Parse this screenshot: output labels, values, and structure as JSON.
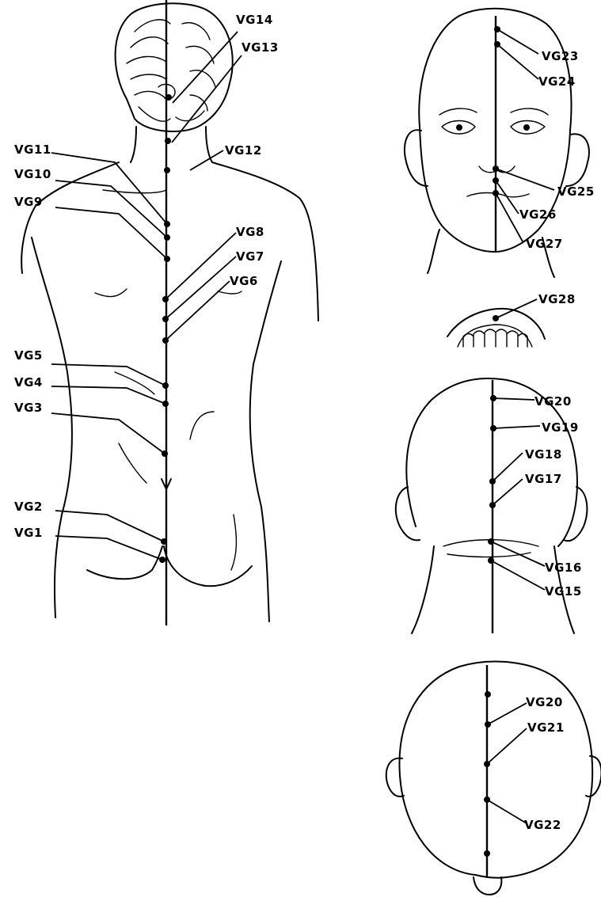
{
  "figures": {
    "back_body": {
      "points": [
        {
          "id": "vg14",
          "label": "VG14"
        },
        {
          "id": "vg13",
          "label": "VG13"
        },
        {
          "id": "vg12",
          "label": "VG12"
        },
        {
          "id": "vg11",
          "label": "VG11"
        },
        {
          "id": "vg10",
          "label": "VG10"
        },
        {
          "id": "vg9",
          "label": "VG9"
        },
        {
          "id": "vg8",
          "label": "VG8"
        },
        {
          "id": "vg7",
          "label": "VG7"
        },
        {
          "id": "vg6",
          "label": "VG6"
        },
        {
          "id": "vg5",
          "label": "VG5"
        },
        {
          "id": "vg4",
          "label": "VG4"
        },
        {
          "id": "vg3",
          "label": "VG3"
        },
        {
          "id": "vg2",
          "label": "VG2"
        },
        {
          "id": "vg1",
          "label": "VG1"
        }
      ]
    },
    "face_front": {
      "points": [
        {
          "id": "vg23",
          "label": "VG23"
        },
        {
          "id": "vg24",
          "label": "VG24"
        },
        {
          "id": "vg25",
          "label": "VG25"
        },
        {
          "id": "vg26",
          "label": "VG26"
        },
        {
          "id": "vg27",
          "label": "VG27"
        }
      ]
    },
    "mouth": {
      "points": [
        {
          "id": "vg28",
          "label": "VG28"
        }
      ]
    },
    "head_back": {
      "points": [
        {
          "id": "vg20",
          "label": "VG20"
        },
        {
          "id": "vg19",
          "label": "VG19"
        },
        {
          "id": "vg18",
          "label": "VG18"
        },
        {
          "id": "vg17",
          "label": "VG17"
        },
        {
          "id": "vg16",
          "label": "VG16"
        },
        {
          "id": "vg15",
          "label": "VG15"
        }
      ]
    },
    "head_top": {
      "points": [
        {
          "id": "vg20",
          "label": "VG20"
        },
        {
          "id": "vg21",
          "label": "VG21"
        },
        {
          "id": "vg22",
          "label": "VG22"
        }
      ]
    }
  }
}
